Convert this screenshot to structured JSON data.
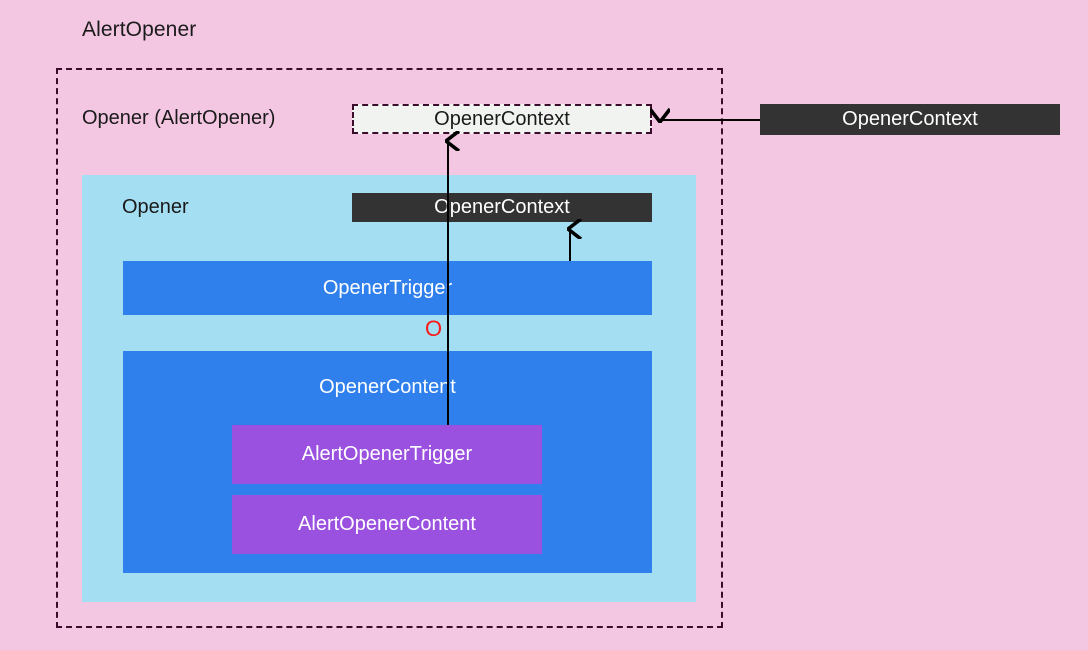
{
  "diagram": {
    "title": "AlertOpener",
    "background_color": "#f3c6e2",
    "container": {
      "label": "Opener (AlertOpener)",
      "border_style": "dashed",
      "border_color": "#3a0b2a"
    },
    "context_chips": {
      "dashed_chip": {
        "label": "OpenerContext",
        "fill": "#f1f3f1",
        "text_color": "#1a1a1a",
        "border": "dashed"
      },
      "external_chip": {
        "label": "OpenerContext",
        "fill": "#333333",
        "text_color": "#ffffff"
      },
      "inner_chip": {
        "label": "OpenerContext",
        "fill": "#333333",
        "text_color": "#ffffff"
      }
    },
    "opener_panel": {
      "label": "Opener",
      "fill": "#a4def2",
      "boxes": [
        {
          "label": "OpenerTrigger",
          "fill": "#2f80ed",
          "text_color": "#ffffff"
        },
        {
          "label": "OpenerContent",
          "fill": "#2f80ed",
          "text_color": "#ffffff"
        }
      ],
      "nested_boxes": [
        {
          "label": "AlertOpenerTrigger",
          "fill": "#9b51e0",
          "text_color": "#ffffff"
        },
        {
          "label": "AlertOpenerContent",
          "fill": "#9b51e0",
          "text_color": "#ffffff"
        }
      ]
    },
    "marker": {
      "glyph": "O",
      "color": "#fa1818"
    },
    "arrows": [
      {
        "name": "external-context-to-dashed-chip",
        "direction": "right-to-left",
        "color": "#000000"
      },
      {
        "name": "opener-trigger-to-inner-context",
        "direction": "bottom-to-top",
        "color": "#000000"
      },
      {
        "name": "alert-opener-trigger-to-dashed-chip",
        "direction": "bottom-to-top",
        "color": "#000000"
      }
    ]
  }
}
